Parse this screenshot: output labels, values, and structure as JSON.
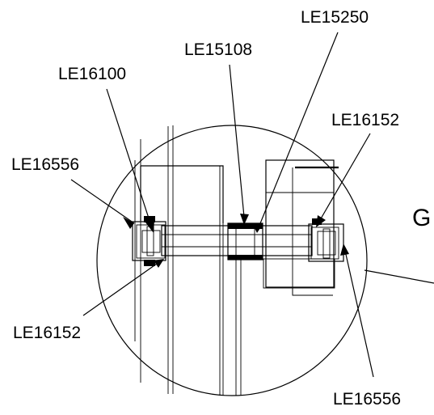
{
  "labels": {
    "le15250": "LE15250",
    "le15108": "LE15108",
    "le16100": "LE16100",
    "le16152_top": "LE16152",
    "le16556_top": "LE16556",
    "le16152_bottom": "LE16152",
    "le16556_bottom": "LE16556",
    "view_letter": "G"
  }
}
